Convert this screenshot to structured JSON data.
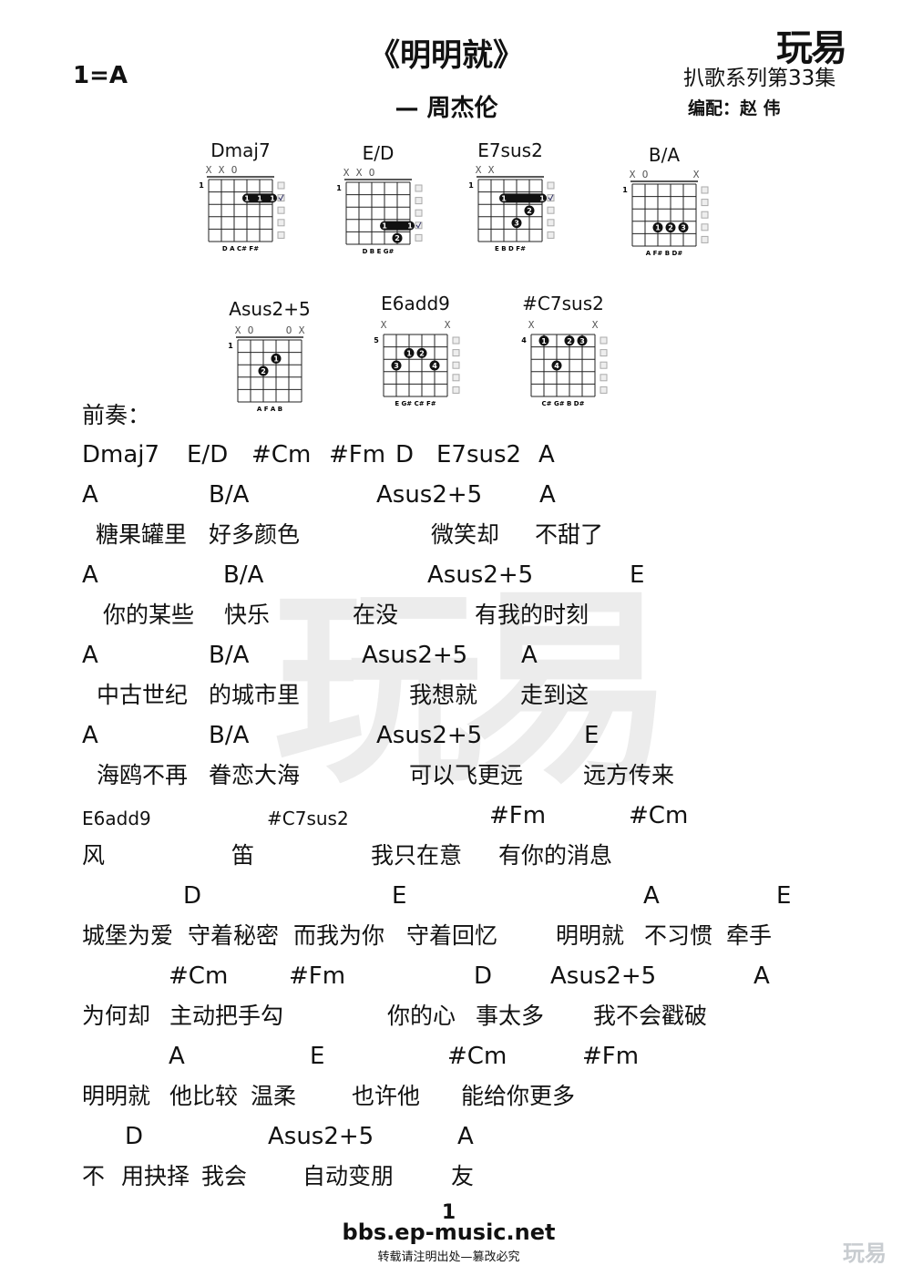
{
  "header": {
    "title": "《明明就》",
    "artist": "— 周杰伦",
    "key": "1=A",
    "logo": "玩易",
    "series": "扒歌系列第33集",
    "arranger": "编配：赵 伟"
  },
  "watermark": "玩易",
  "chords": [
    {
      "name": "Dmaj7",
      "top": "XXO   ",
      "fret": "1",
      "barre": {
        "fret": 2,
        "from": 3,
        "to": 1,
        "labels": [
          "1",
          "1",
          "1"
        ]
      },
      "dots": [],
      "notes": "D  A  C# F#",
      "checks": [
        false,
        true,
        false,
        false,
        false
      ]
    },
    {
      "name": "E/D",
      "top": "XXO   ",
      "fret": "1",
      "barre": {
        "fret": 4,
        "from": 3,
        "to": 1,
        "labels": [
          "1",
          "",
          "1"
        ]
      },
      "dots": [
        {
          "fret": 5,
          "string": 2,
          "finger": "2"
        }
      ],
      "notes": "D  B  E  G#",
      "checks": [
        false,
        false,
        false,
        true,
        false
      ]
    },
    {
      "name": "E7sus2",
      "top": "XX    ",
      "fret": "1",
      "barre": {
        "fret": 2,
        "from": 4,
        "to": 1,
        "labels": [
          "1",
          "",
          "",
          "1"
        ]
      },
      "dots": [
        {
          "fret": 3,
          "string": 2,
          "finger": "2"
        },
        {
          "fret": 4,
          "string": 3,
          "finger": "3"
        }
      ],
      "notes": "E  B  D  F#",
      "checks": [
        false,
        true,
        false,
        false,
        false
      ]
    },
    {
      "name": "B/A",
      "top": "XO   X",
      "fret": "1",
      "barre": null,
      "dots": [
        {
          "fret": 4,
          "string": 4,
          "finger": "1"
        },
        {
          "fret": 4,
          "string": 3,
          "finger": "2"
        },
        {
          "fret": 4,
          "string": 2,
          "finger": "3"
        }
      ],
      "notes": "A F# B D#",
      "checks": [
        false,
        false,
        false,
        false,
        false
      ]
    },
    {
      "name": "Asus2+5",
      "top": "XO  OX",
      "fret": "1",
      "barre": null,
      "dots": [
        {
          "fret": 2,
          "string": 3,
          "finger": "1"
        },
        {
          "fret": 3,
          "string": 4,
          "finger": "2"
        }
      ],
      "notes": "A  F  A  B",
      "checks": null
    },
    {
      "name": "E6add9",
      "top": "X    X",
      "fret": "5",
      "barre": null,
      "dots": [
        {
          "fret": 2,
          "string": 4,
          "finger": "1"
        },
        {
          "fret": 2,
          "string": 3,
          "finger": "2"
        },
        {
          "fret": 3,
          "string": 5,
          "finger": "3"
        },
        {
          "fret": 3,
          "string": 2,
          "finger": "4"
        }
      ],
      "notes": "E G# C# F#",
      "checks": [
        false,
        false,
        false,
        false,
        false
      ]
    },
    {
      "name": "#C7sus2",
      "top": "X    X",
      "fret": "4",
      "barre": null,
      "dots": [
        {
          "fret": 1,
          "string": 5,
          "finger": "1"
        },
        {
          "fret": 1,
          "string": 3,
          "finger": "2"
        },
        {
          "fret": 1,
          "string": 2,
          "finger": "3"
        },
        {
          "fret": 3,
          "string": 4,
          "finger": "4"
        }
      ],
      "notes": "C# G# B D#",
      "checks": [
        false,
        false,
        false,
        false,
        false
      ]
    }
  ],
  "intro_label": "前奏：",
  "lines": [
    [
      "Dmaj7",
      "E/D",
      "#Cm",
      "#Fm",
      "D",
      "E7sus2",
      "A"
    ],
    [
      "A",
      "B/A",
      "Asus2+5",
      "A"
    ],
    [
      "糖果罐里",
      "好多颜色",
      "微笑却",
      "不甜了"
    ],
    [
      "A",
      "B/A",
      "Asus2+5",
      "E"
    ],
    [
      "你的某些",
      "快乐",
      "在没",
      "有我的时刻"
    ],
    [
      "A",
      "B/A",
      "Asus2+5",
      "A"
    ],
    [
      "中古世纪",
      "的城市里",
      "我想就",
      "走到这"
    ],
    [
      "A",
      "B/A",
      "Asus2+5",
      "E"
    ],
    [
      "海鸥不再",
      "眷恋大海",
      "可以飞更远",
      "远方传来"
    ],
    [
      "E6add9",
      "#C7sus2",
      "#Fm",
      "#Cm"
    ],
    [
      "风",
      "笛",
      "我只在意",
      "有你的消息"
    ],
    [
      "D",
      "E",
      "A",
      "E"
    ],
    [
      "城堡为爱",
      "守着秘密",
      "而我为你",
      "守着回忆",
      "明明就",
      "不习惯",
      "牵手"
    ],
    [
      "#Cm",
      "#Fm",
      "D",
      "Asus2+5",
      "A"
    ],
    [
      "为何却",
      "主动把手勾",
      "你的心",
      "事太多",
      "我不会戳破"
    ],
    [
      "A",
      "E",
      "#Cm",
      "#Fm"
    ],
    [
      "明明就",
      "他比较",
      "温柔",
      "也许他",
      "能给你更多"
    ],
    [
      "D",
      "Asus2+5",
      "A"
    ],
    [
      "不",
      "用抉择",
      "我会",
      "自动变朋",
      "友"
    ]
  ],
  "footer": {
    "page": "1",
    "url": "bbs.ep-music.net",
    "notice": "转载请注明出处—篡改必究",
    "logo": "玩易"
  }
}
